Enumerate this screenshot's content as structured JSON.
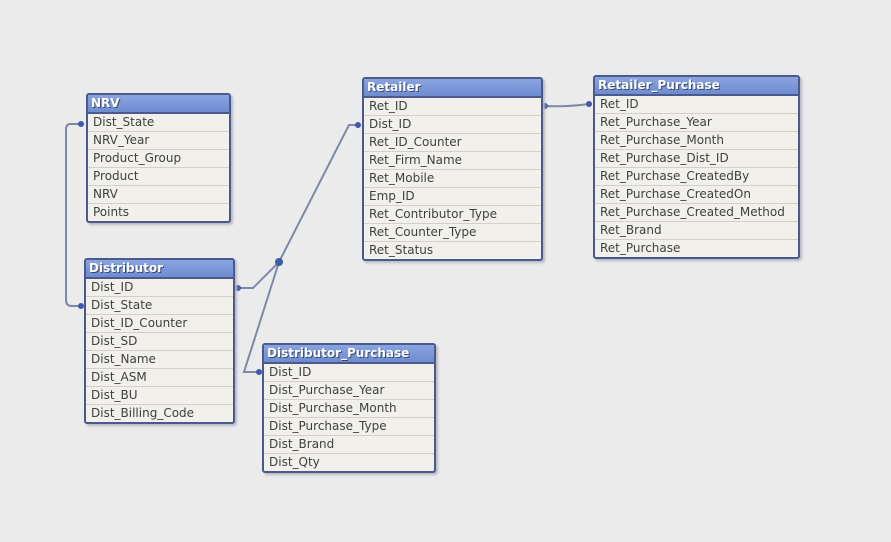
{
  "tables": {
    "nrv": {
      "title": "NRV",
      "fields": [
        "Dist_State",
        "NRV_Year",
        "Product_Group",
        "Product",
        "NRV",
        "Points"
      ]
    },
    "distributor": {
      "title": "Distributor",
      "fields": [
        "Dist_ID",
        "Dist_State",
        "Dist_ID_Counter",
        "Dist_SD",
        "Dist_Name",
        "Dist_ASM",
        "Dist_BU",
        "Dist_Billing_Code"
      ]
    },
    "retailer": {
      "title": "Retailer",
      "fields": [
        "Ret_ID",
        "Dist_ID",
        "Ret_ID_Counter",
        "Ret_Firm_Name",
        "Ret_Mobile",
        "Emp_ID",
        "Ret_Contributor_Type",
        "Ret_Counter_Type",
        "Ret_Status"
      ]
    },
    "retailer_purchase": {
      "title": "Retailer_Purchase",
      "fields": [
        "Ret_ID",
        "Ret_Purchase_Year",
        "Ret_Purchase_Month",
        "Ret_Purchase_Dist_ID",
        "Ret_Purchase_CreatedBy",
        "Ret_Purchase_CreatedOn",
        "Ret_Purchase_Created_Method",
        "Ret_Brand",
        "Ret_Purchase"
      ]
    },
    "distributor_purchase": {
      "title": "Distributor_Purchase",
      "fields": [
        "Dist_ID",
        "Dist_Purchase_Year",
        "Dist_Purchase_Month",
        "Dist_Purchase_Type",
        "Dist_Brand",
        "Dist_Qty"
      ]
    }
  },
  "colors": {
    "line": "#7f88a8",
    "node": "#3f5aa8",
    "header": "#7a96d8"
  }
}
